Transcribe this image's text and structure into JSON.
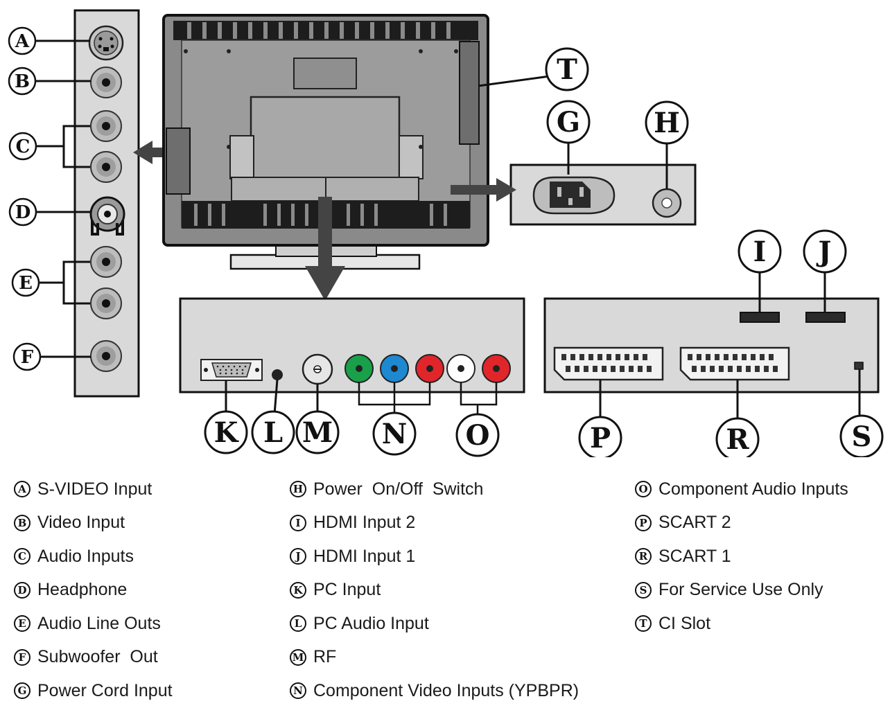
{
  "callouts": {
    "A": "A",
    "B": "B",
    "C": "C",
    "D": "D",
    "E": "E",
    "F": "F",
    "G": "G",
    "H": "H",
    "I": "I",
    "J": "J",
    "K": "K",
    "L": "L",
    "M": "M",
    "N": "N",
    "O": "O",
    "P": "P",
    "R": "R",
    "S": "S",
    "T": "T"
  },
  "legend": {
    "col1": [
      {
        "letter": "A",
        "label": "S-VIDEO Input"
      },
      {
        "letter": "B",
        "label": "Video Input"
      },
      {
        "letter": "C",
        "label": "Audio Inputs"
      },
      {
        "letter": "D",
        "label": "Headphone"
      },
      {
        "letter": "E",
        "label": "Audio Line Outs"
      },
      {
        "letter": "F",
        "label": "Subwoofer  Out"
      },
      {
        "letter": "G",
        "label": "Power Cord Input"
      }
    ],
    "col2": [
      {
        "letter": "H",
        "label": "Power  On/Off  Switch"
      },
      {
        "letter": "I",
        "label": "HDMI Input 2"
      },
      {
        "letter": "J",
        "label": "HDMI Input 1"
      },
      {
        "letter": "K",
        "label": "PC Input"
      },
      {
        "letter": "L",
        "label": "PC Audio Input"
      },
      {
        "letter": "M",
        "label": "RF"
      },
      {
        "letter": "N",
        "label": "Component Video Inputs (YPBPR)"
      }
    ],
    "col3": [
      {
        "letter": "O",
        "label": "Component Audio Inputs"
      },
      {
        "letter": "P",
        "label": "SCART 2"
      },
      {
        "letter": "R",
        "label": "SCART 1"
      },
      {
        "letter": "S",
        "label": "For Service Use Only"
      },
      {
        "letter": "T",
        "label": "CI Slot"
      }
    ]
  },
  "colors": {
    "panel": "#d9d9d9",
    "tv_body": "#8a8a8a",
    "green_jack": "#1aa04a",
    "blue_jack": "#1e88d0",
    "red_jack": "#e0262a",
    "white_jack": "#ffffff"
  },
  "icons": {
    "s_video": "s-video-connector-icon",
    "rca": "rca-jack-icon",
    "vga": "vga-port-icon",
    "scart": "scart-connector-icon",
    "power": "iec-power-socket-icon",
    "hdmi": "hdmi-port-icon"
  }
}
